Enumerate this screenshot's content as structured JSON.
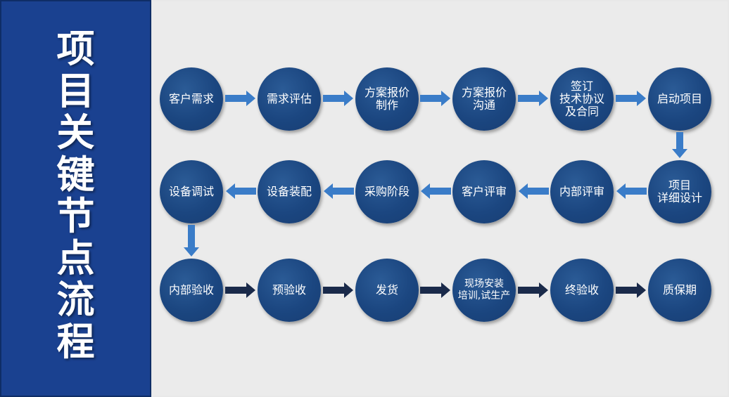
{
  "sidebar": {
    "title_chars": [
      "项",
      "目",
      "关",
      "键",
      "节",
      "点",
      "流",
      "程"
    ]
  },
  "colors": {
    "sidebar": "#1a4190",
    "node": "#1b4680",
    "arrow_light": "#3a7cc8",
    "arrow_dark": "#1a2a4a",
    "background": "#ebebeb"
  },
  "flow": {
    "row1": [
      "客户需求",
      "需求评估",
      "方案报价\n制作",
      "方案报价\n沟通",
      "签订\n技术协议\n及合同",
      "启动项目"
    ],
    "row2": [
      "设备调试",
      "设备装配",
      "采购阶段",
      "客户评审",
      "内部评审",
      "项目\n详细设计"
    ],
    "row3": [
      "内部验收",
      "预验收",
      "发货",
      "现场安装\n培训,试生产",
      "终验收",
      "质保期"
    ]
  }
}
